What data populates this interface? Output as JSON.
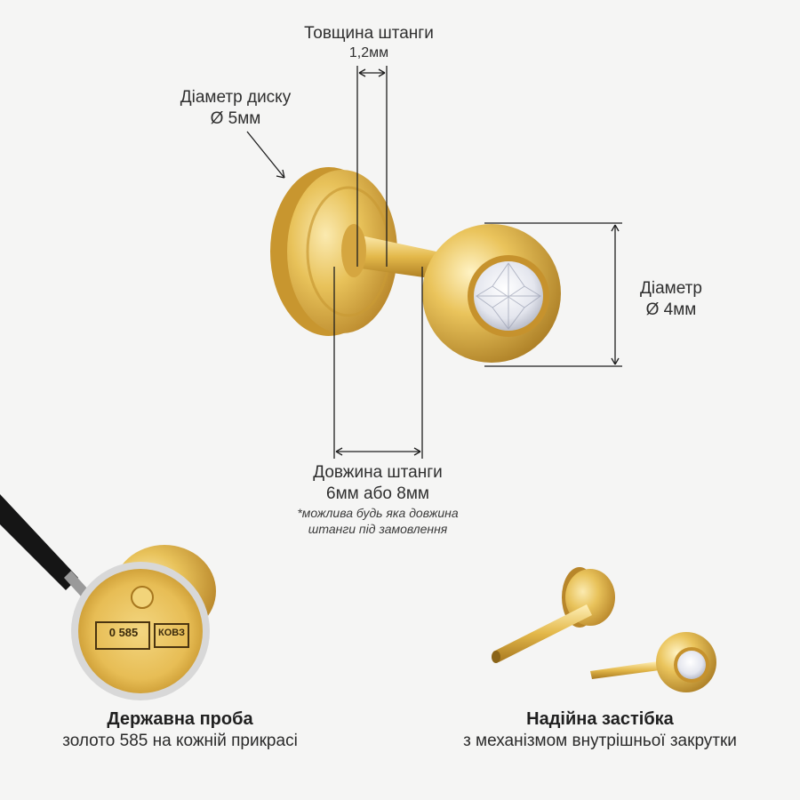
{
  "annotations": {
    "rod_thickness": {
      "title": "Товщина штанги",
      "value": "1,2мм"
    },
    "disc_diameter": {
      "title": "Діаметр диску",
      "value": "Ø 5мм"
    },
    "head_diameter": {
      "title": "Діаметр",
      "value": "Ø 4мм"
    },
    "rod_length": {
      "title": "Довжина штанги",
      "value": "6мм або 8мм",
      "note_line1": "*можлива будь яка довжина",
      "note_line2": "штанги під замовлення"
    }
  },
  "hallmark": {
    "stamp_digit": "0",
    "stamp_number": "585",
    "stamp_code": "КОВЗ"
  },
  "features": [
    {
      "title": "Державна проба",
      "subtitle": "золото 585 на кожній прикрасі"
    },
    {
      "title": "Надійна застібка",
      "subtitle": "з механізмом внутрішньої закрутки"
    }
  ],
  "colors": {
    "background": "#f5f5f4",
    "gold": "#e3b84a",
    "gold_dark": "#b8862a",
    "gold_light": "#f8e3a0",
    "line": "#1e1e1e"
  }
}
